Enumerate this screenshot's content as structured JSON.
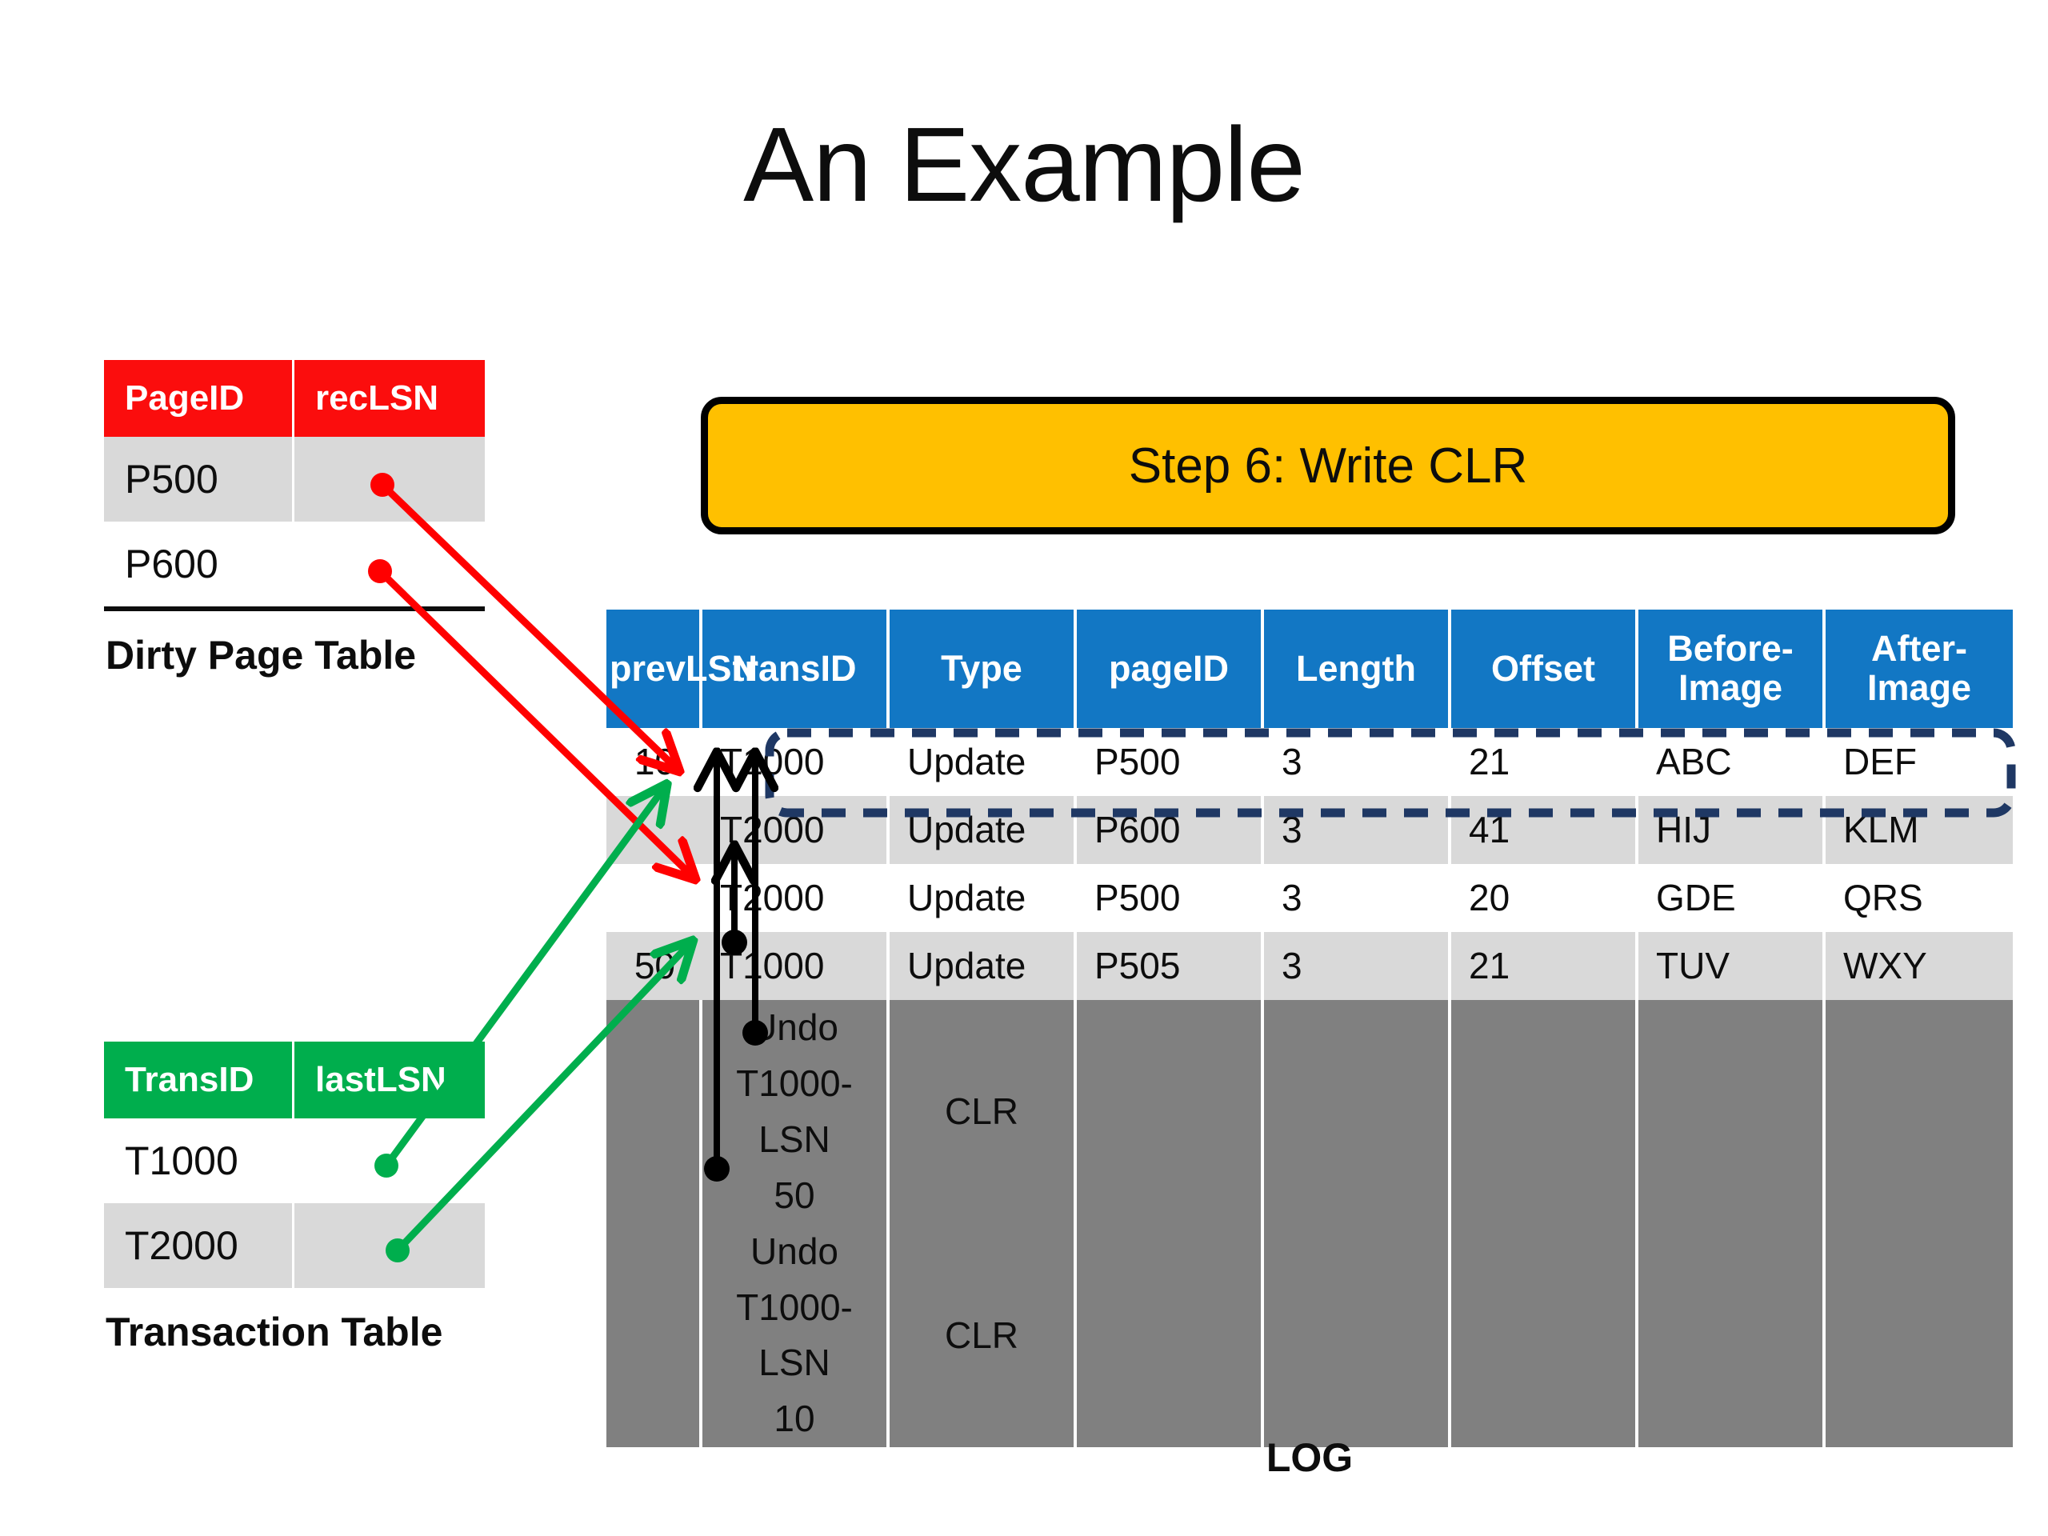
{
  "page": {
    "title": "An Example",
    "log_caption": "LOG"
  },
  "step_banner": {
    "label": "Step 6: Write CLR",
    "fill": "#ffc000",
    "border": "#000000"
  },
  "dirty_page_table": {
    "caption": "Dirty Page Table",
    "header_fill": "#fb0d0d",
    "headers": [
      "PageID",
      "recLSN"
    ],
    "rows": [
      {
        "pageID": "P500",
        "recLSN": "",
        "shaded": true,
        "marker": "red-dot"
      },
      {
        "pageID": "P600",
        "recLSN": "",
        "shaded": false,
        "marker": "red-dot"
      }
    ]
  },
  "transaction_table": {
    "caption": "Transaction Table",
    "header_fill": "#00ae4d",
    "headers": [
      "TransID",
      "lastLSN"
    ],
    "rows": [
      {
        "transID": "T1000",
        "lastLSN": "",
        "shaded": false,
        "marker": "green-dot"
      },
      {
        "transID": "T2000",
        "lastLSN": "",
        "shaded": true,
        "marker": "green-dot"
      }
    ]
  },
  "log_table": {
    "header_fill": "#1277c4",
    "headers": [
      "prevLSN",
      "transID",
      "Type",
      "pageID",
      "Length",
      "Offset",
      "Before-Image",
      "After-Image"
    ],
    "rows": [
      {
        "prevLSN": "10",
        "transID": "T1000",
        "type": "Update",
        "pageID": "P500",
        "length": "3",
        "offset": "21",
        "before": "ABC",
        "after": "DEF",
        "style": "white",
        "highlighted": true
      },
      {
        "prevLSN": "",
        "transID": "T2000",
        "type": "Update",
        "pageID": "P600",
        "length": "3",
        "offset": "41",
        "before": "HIJ",
        "after": "KLM",
        "style": "gray",
        "highlighted": false
      },
      {
        "prevLSN": "",
        "transID": "T2000",
        "type": "Update",
        "pageID": "P500",
        "length": "3",
        "offset": "20",
        "before": "GDE",
        "after": "QRS",
        "style": "white",
        "highlighted": false
      },
      {
        "prevLSN": "50",
        "transID": "T1000",
        "type": "Update",
        "pageID": "P505",
        "length": "3",
        "offset": "21",
        "before": "TUV",
        "after": "WXY",
        "style": "gray",
        "highlighted": false
      },
      {
        "prevLSN": "",
        "transID": "Undo T1000- LSN 50",
        "type": "CLR",
        "pageID": "",
        "length": "",
        "offset": "",
        "before": "",
        "after": "",
        "style": "dark",
        "highlighted": false
      },
      {
        "prevLSN": "",
        "transID": "Undo T1000- LSN 10",
        "type": "CLR",
        "pageID": "",
        "length": "",
        "offset": "",
        "before": "",
        "after": "",
        "style": "dark",
        "highlighted": false
      }
    ]
  },
  "annotations": {
    "highlight_box_color": "#1f3864",
    "red_arrow_color": "#ff0000",
    "green_arrow_color": "#00ae4d",
    "black_arrow_color": "#000000",
    "red_arrows": [
      {
        "from": "dirty-page-table.P500.recLSN",
        "to": "log.row1.prevLSN"
      },
      {
        "from": "dirty-page-table.P600.recLSN",
        "to": "log.row2.prevLSN"
      }
    ],
    "green_arrows": [
      {
        "from": "transaction-table.T1000.lastLSN",
        "to": "log.row1.prevLSN"
      },
      {
        "from": "transaction-table.T2000.lastLSN",
        "to": "log.row3.prevLSN"
      }
    ],
    "black_arrows": [
      {
        "from": "log.row5.clr",
        "to": "log.row1"
      },
      {
        "from": "log.row3",
        "to": "log.row2"
      },
      {
        "from": "log.row4",
        "to": "log.row1"
      }
    ]
  }
}
